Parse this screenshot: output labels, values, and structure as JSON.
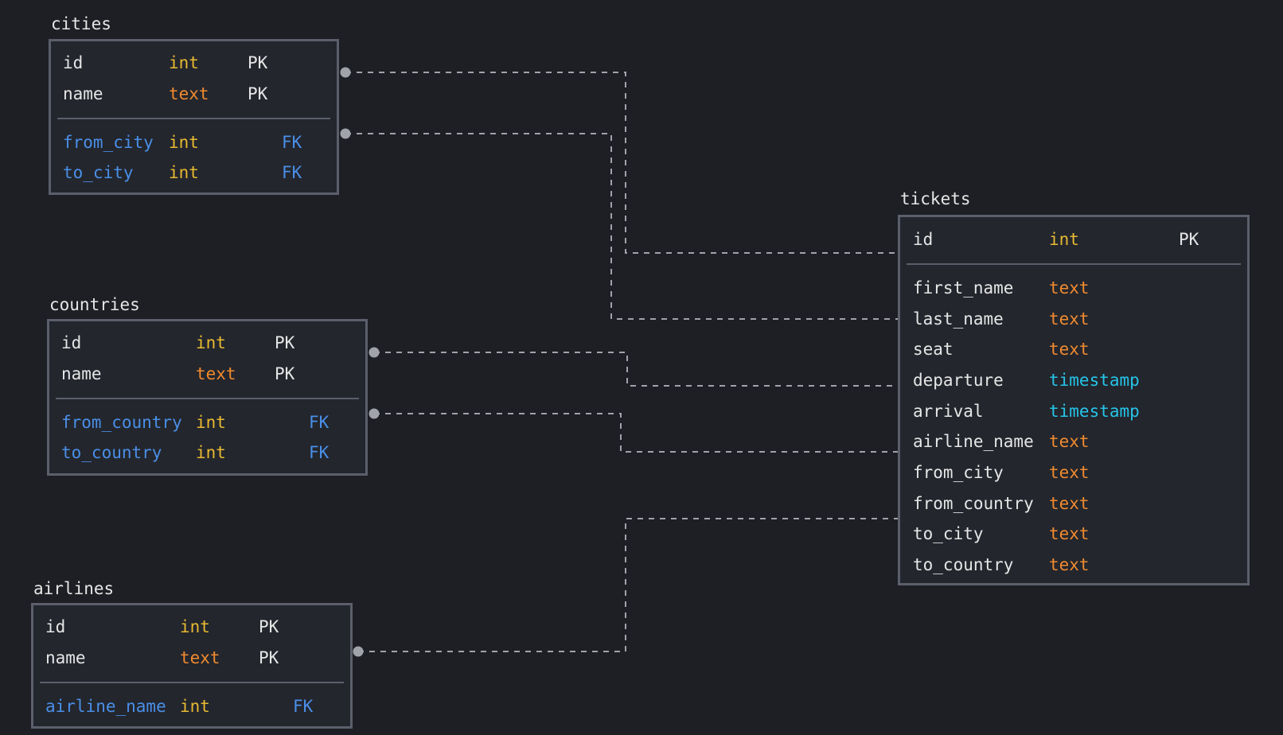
{
  "colors": {
    "background": "#1d1f24",
    "box_fill": "#23262d",
    "box_border": "#5b5f6b",
    "type_int": "#e8b931",
    "type_text": "#f08a2f",
    "type_timestamp": "#25c4e8",
    "fk": "#4a8fe8",
    "connector": "#a0a3aa"
  },
  "cities": {
    "title": "cities",
    "rows": [
      {
        "name": "id",
        "type": "int",
        "key": "PK"
      },
      {
        "name": "name",
        "type": "text",
        "key": "PK"
      },
      {
        "name": "from_city",
        "type": "int",
        "key": "FK"
      },
      {
        "name": "to_city",
        "type": "int",
        "key": "FK"
      }
    ]
  },
  "countries": {
    "title": "countries",
    "rows": [
      {
        "name": "id",
        "type": "int",
        "key": "PK"
      },
      {
        "name": "name",
        "type": "text",
        "key": "PK"
      },
      {
        "name": "from_country",
        "type": "int",
        "key": "FK"
      },
      {
        "name": "to_country",
        "type": "int",
        "key": "FK"
      }
    ]
  },
  "airlines": {
    "title": "airlines",
    "rows": [
      {
        "name": "id",
        "type": "int",
        "key": "PK"
      },
      {
        "name": "name",
        "type": "text",
        "key": "PK"
      },
      {
        "name": "airline_name",
        "type": "int",
        "key": "FK"
      }
    ]
  },
  "tickets": {
    "title": "tickets",
    "rows": [
      {
        "name": "id",
        "type": "int",
        "key": "PK"
      },
      {
        "name": "first_name",
        "type": "text",
        "key": ""
      },
      {
        "name": "last_name",
        "type": "text",
        "key": ""
      },
      {
        "name": "seat",
        "type": "text",
        "key": ""
      },
      {
        "name": "departure",
        "type": "timestamp",
        "key": ""
      },
      {
        "name": "arrival",
        "type": "timestamp",
        "key": ""
      },
      {
        "name": "airline_name",
        "type": "text",
        "key": ""
      },
      {
        "name": "from_city",
        "type": "text",
        "key": ""
      },
      {
        "name": "from_country",
        "type": "text",
        "key": ""
      },
      {
        "name": "to_city",
        "type": "text",
        "key": ""
      },
      {
        "name": "to_country",
        "type": "text",
        "key": ""
      }
    ]
  }
}
